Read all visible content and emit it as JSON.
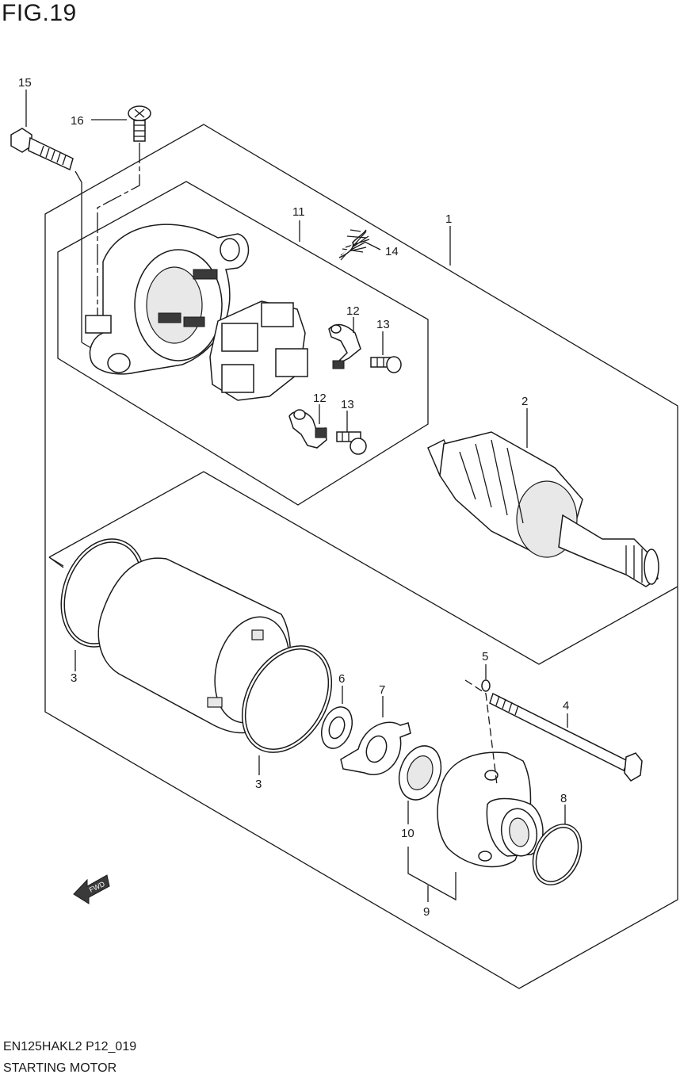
{
  "figure": {
    "title": "FIG.19"
  },
  "footer": {
    "model_code": "EN125HAKL2 P12_019",
    "name": "STARTING MOTOR"
  },
  "fwd_label": "FWD",
  "callouts": {
    "c1": "1",
    "c2": "2",
    "c3a": "3",
    "c3b": "3",
    "c4": "4",
    "c5": "5",
    "c6": "6",
    "c7": "7",
    "c8": "8",
    "c9": "9",
    "c10": "10",
    "c11": "11",
    "c12a": "12",
    "c12b": "12",
    "c13a": "13",
    "c13b": "13",
    "c14": "14",
    "c15": "15",
    "c16": "16"
  }
}
